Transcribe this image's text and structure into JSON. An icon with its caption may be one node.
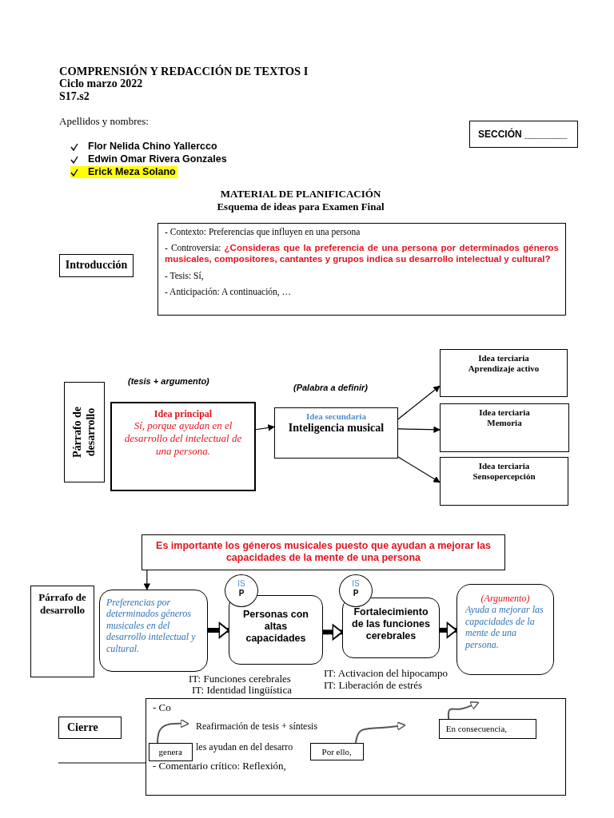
{
  "diagram": {
    "title": "MATERIAL DE PLANIFICACIÓN",
    "nodes": [
      {
        "text": [
          "SECCIÓN ________"
        ]
      },
      {
        "text": [
          "Introducción"
        ]
      },
      {
        "text": [
          "- Contexto: Preferencias que influyen en una persona",
          "- Controversia: **¿Consideras que la preferencia de una persona por determinados géneros musicales, compositores, cantantes y grupos indica su desarrollo intelectual y cultural?**",
          "- Tesis: Sí,",
          "- Anticipación: A continuación, …"
        ]
      },
      {
        "text": [
          "Párrafo de desarrollo"
        ]
      },
      {
        "text": [
          "Idea principal",
          "Sí, porque ayudan en el desarrollo del intelectual de una persona."
        ],
        "beside": [
          "(tesis + argumento)"
        ]
      },
      {
        "text": [
          "Idea secundaria",
          "Inteligencia musical"
        ],
        "beside": [
          "(Palabra a definir)"
        ]
      },
      {
        "text": [
          "Idea terciaria Aprendizaje activo"
        ]
      },
      {
        "text": [
          "Idea terciaria Memoria"
        ]
      },
      {
        "text": [
          "Idea terciaria Sensopercepción"
        ]
      },
      {
        "text": [
          "Es importante los géneros musicales puesto que ayudan a mejorar las capacidades de la mente de una persona"
        ]
      },
      {
        "text": [
          "Párrafo de desarrollo"
        ]
      },
      {
        "text": [
          "Preferencias por determinados géneros musicales en del desarrollo intelectual y cultural."
        ]
      },
      {
        "text": [
          "IS",
          "P"
        ]
      },
      {
        "text": [
          "Personas con altas capacidades"
        ],
        "beside": [
          "IT: Funciones cerebrales",
          "IT: Identidad lingüística"
        ]
      },
      {
        "text": [
          "IS",
          "P"
        ]
      },
      {
        "text": [
          "Fortalecimiento de las funciones cerebrales"
        ],
        "beside": [
          "IT: Activacion del hipocampo",
          "IT: Liberación de estrés"
        ]
      },
      {
        "text": [
          "(Argumento)",
          "Ayuda a mejorar las capacidades de la mente de una persona."
        ]
      },
      {
        "text": [
          "Cierre"
        ]
      },
      {
        "text": [
          "- Co",
          "Reafirmación de tesis + síntesis",
          "les ayudan en del desarro",
          "- Comentario crítico: Reflexión,"
        ]
      },
      {
        "text": [
          "genera"
        ],
        "in": 18
      },
      {
        "text": [
          "Por ello,"
        ],
        "in": 18
      },
      {
        "text": [
          "En consecuencia,"
        ],
        "in": 18
      }
    ],
    "edges": [
      {
        "from": 4,
        "to": 5,
        "arrow": "to"
      },
      {
        "from": 5,
        "to": 6,
        "arrow": "to"
      },
      {
        "from": 5,
        "to": 7,
        "arrow": "to"
      },
      {
        "from": 5,
        "to": 8,
        "arrow": "to"
      },
      {
        "from": 9,
        "to": 11,
        "arrow": "to"
      },
      {
        "from": 11,
        "to": 13,
        "arrow": "to",
        "style": "thick"
      },
      {
        "from": 13,
        "to": 15,
        "arrow": "to",
        "style": "thick"
      },
      {
        "from": 15,
        "to": 16,
        "arrow": "to",
        "style": "thick"
      },
      {
        "from": null,
        "to": 18,
        "arrow": "none"
      },
      {
        "from": 19,
        "to": null,
        "arrow": "to"
      },
      {
        "from": 20,
        "to": null,
        "arrow": "to"
      },
      {
        "from": 21,
        "to": null,
        "arrow": "to"
      }
    ],
    "labels": [
      "COMPRENSIÓN Y REDACCIÓN DE TEXTOS I",
      "Ciclo marzo 2022",
      "S17.s2",
      "Apellidos y nombres:",
      "Flor Nelida Chino Yallercco",
      "Edwin Omar Rivera Gonzales",
      "Erick Meza Solano",
      "Esquema de ideas para Examen Final"
    ]
  }
}
